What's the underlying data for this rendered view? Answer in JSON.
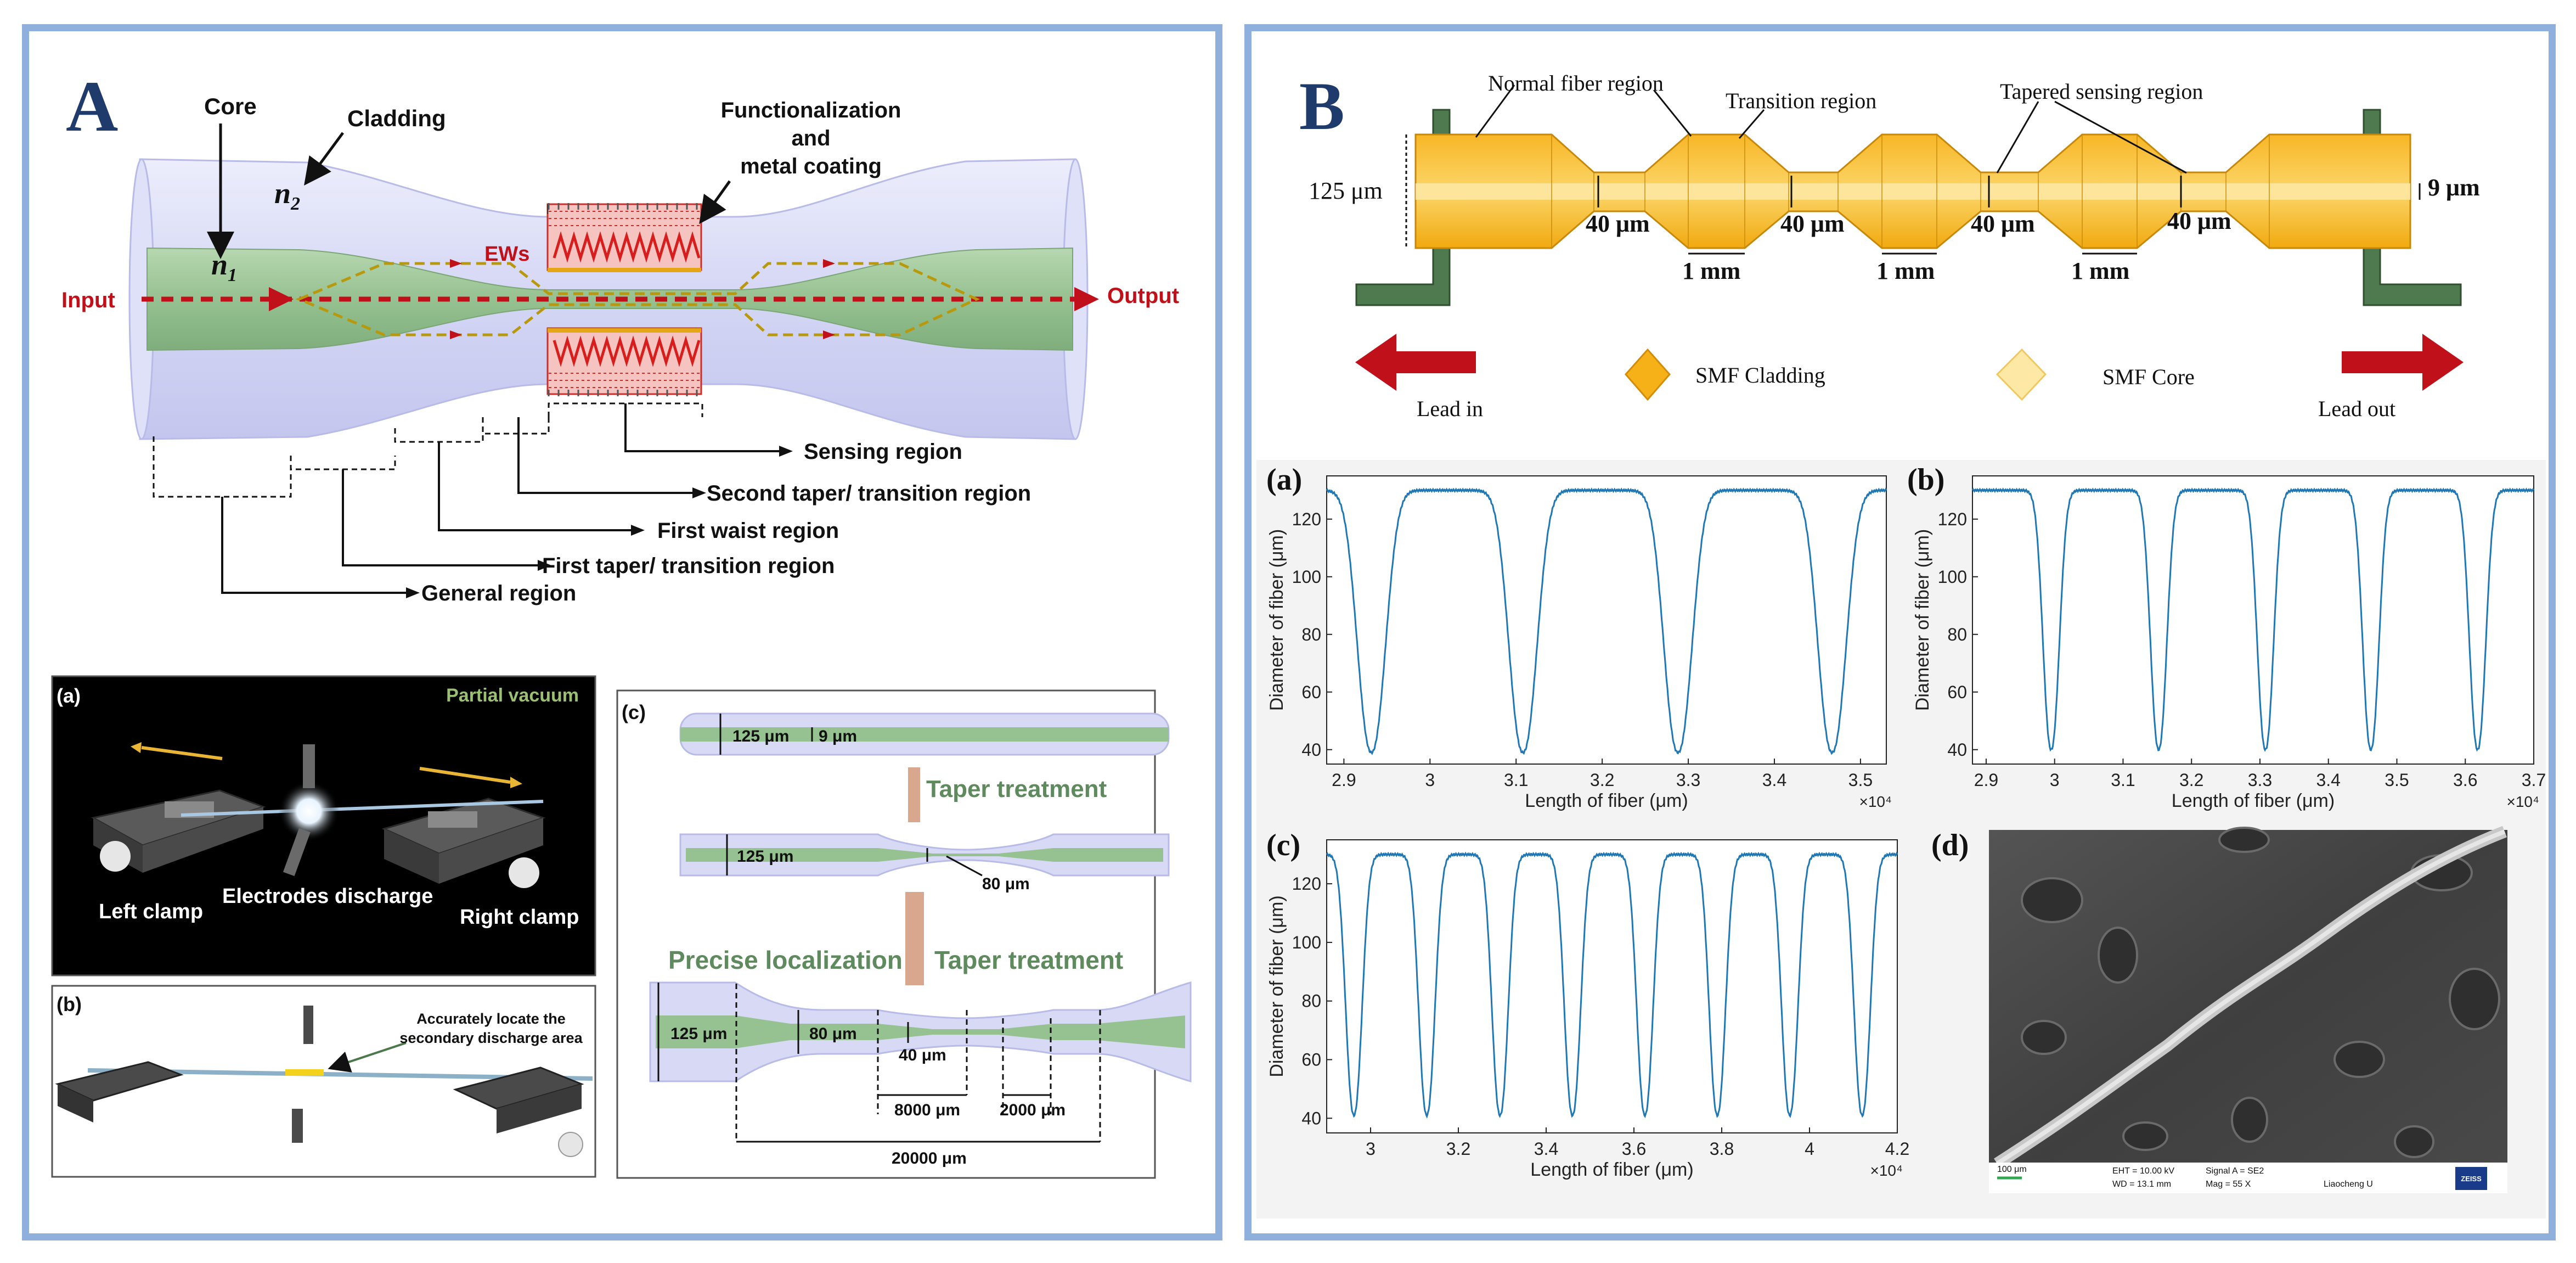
{
  "panelA": {
    "letter": "A",
    "labels": {
      "core": "Core",
      "cladding": "Cladding",
      "n2": "n",
      "n2_sub": "2",
      "n1": "n",
      "n1_sub": "1",
      "ews": "EWs",
      "input": "Input",
      "output": "Output",
      "functionalization_1": "Functionalization",
      "functionalization_2": "and",
      "functionalization_3": "metal coating"
    },
    "regions": [
      "Sensing region",
      "Second taper/ transition region",
      "First waist region",
      "First taper/ transition region",
      "General region"
    ],
    "sub_a": {
      "tag": "(a)",
      "partial_vacuum": "Partial vacuum",
      "left_clamp": "Left clamp",
      "electrodes": "Electrodes discharge",
      "right_clamp": "Right clamp"
    },
    "sub_b": {
      "tag": "(b)",
      "note_1": "Accurately locate the",
      "note_2": "secondary discharge area"
    },
    "sub_c": {
      "tag": "(c)",
      "d125a": "125 μm",
      "d9": "9 μm",
      "taper1": "Taper treatment",
      "d125b": "125 μm",
      "d80a": "80 μm",
      "precise": "Precise localization",
      "taper2": "Taper treatment",
      "d125c": "125 μm",
      "d80b": "80 μm",
      "d40": "40 μm",
      "l8000": "8000 μm",
      "l2000": "2000 μm",
      "l20000": "20000 μm"
    }
  },
  "panelB": {
    "letter": "B",
    "labels": {
      "normal": "Normal fiber region",
      "transition": "Transition region",
      "tapered": "Tapered sensing region",
      "d125": "125 μm",
      "d9": "9 μm",
      "w40_1": "40 μm",
      "w40_2": "40 μm",
      "w40_3": "40 μm",
      "w40_4": "40 μm",
      "mm1": "1 mm",
      "mm2": "1 mm",
      "mm3": "1 mm",
      "lead_in": "Lead in",
      "lead_out": "Lead out",
      "smf_cladding": "SMF Cladding",
      "smf_core": "SMF Core"
    },
    "colors": {
      "cladding": "#f5b117",
      "core": "#fde8a6",
      "clamp": "#4f7a4f",
      "arrow": "#c0101a",
      "plot_line": "#1f77b4"
    },
    "sem": {
      "tag": "(d)",
      "scale": "100 μm",
      "eht": "EHT = 10.00 kV",
      "wd": "WD = 13.1 mm",
      "signal": "Signal A = SE2",
      "mag": "Mag =    55 X",
      "inst": "Liaocheng U",
      "brand": "ZEISS"
    }
  },
  "chart_data": [
    {
      "type": "line",
      "tag": "(a)",
      "xlabel": "Length of fiber  (μm)",
      "ylabel": "Diameter of fiber (μm)",
      "x_multiplier": "×10⁴",
      "xlim": [
        2.88,
        3.53
      ],
      "ylim": [
        35,
        135
      ],
      "xticks": [
        "2.9",
        "3",
        "3.1",
        "3.2",
        "3.3",
        "3.4",
        "3.5"
      ],
      "yticks": [
        "40",
        "60",
        "80",
        "100",
        "120"
      ],
      "baseline": 130,
      "dip_min": 39,
      "dip_half_width": 0.022,
      "dips_x": [
        2.932,
        3.108,
        3.288,
        3.467
      ]
    },
    {
      "type": "line",
      "tag": "(b)",
      "xlabel": "Length of fiber  (μm)",
      "ylabel": "Diameter of fiber (μm)",
      "x_multiplier": "×10⁴",
      "xlim": [
        2.88,
        3.7
      ],
      "ylim": [
        35,
        135
      ],
      "xticks": [
        "2.9",
        "3",
        "3.1",
        "3.2",
        "3.3",
        "3.4",
        "3.5",
        "3.6",
        "3.7"
      ],
      "yticks": [
        "40",
        "60",
        "80",
        "100",
        "120"
      ],
      "baseline": 130,
      "dip_min": 40,
      "dip_half_width": 0.016,
      "dips_x": [
        2.995,
        3.152,
        3.308,
        3.462,
        3.618
      ]
    },
    {
      "type": "line",
      "tag": "(c)",
      "xlabel": "Length of fiber  (μm)",
      "ylabel": "Diameter of fiber (μm)",
      "x_multiplier": "×10⁴",
      "xlim": [
        2.9,
        4.2
      ],
      "ylim": [
        35,
        135
      ],
      "xticks": [
        "3",
        "3.2",
        "3.4",
        "3.6",
        "3.8",
        "4",
        "4.2"
      ],
      "yticks": [
        "40",
        "60",
        "80",
        "100",
        "120"
      ],
      "baseline": 130,
      "dip_min": 41,
      "dip_half_width": 0.025,
      "dips_x": [
        2.962,
        3.128,
        3.295,
        3.46,
        3.625,
        3.79,
        3.955,
        4.12
      ]
    }
  ]
}
